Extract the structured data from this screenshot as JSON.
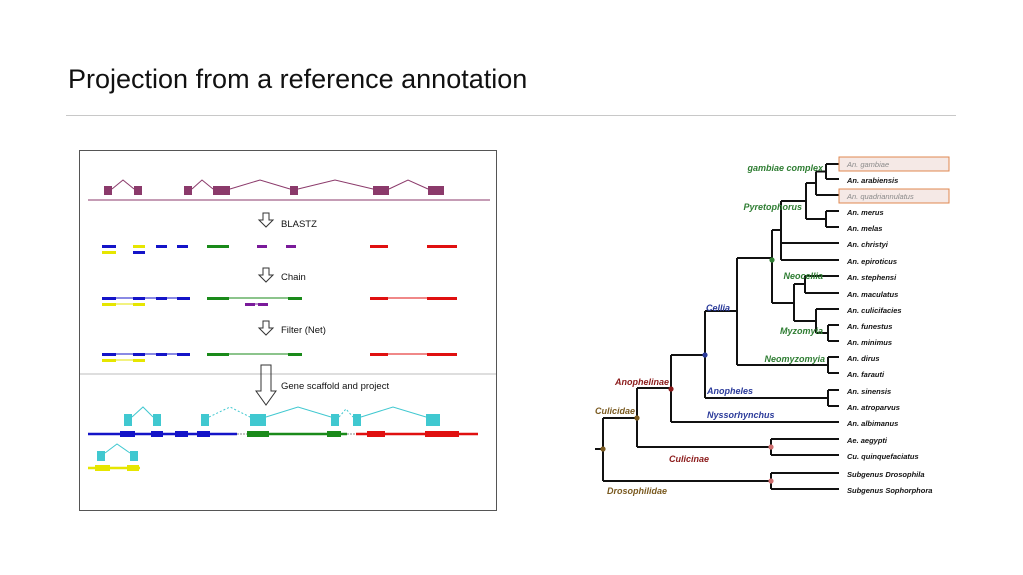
{
  "slide": {
    "title": "Projection from a reference annotation"
  },
  "pipeline": {
    "steps": [
      "BLASTZ",
      "Chain",
      "Filter (Net)",
      "Gene scaffold and project"
    ],
    "colors": {
      "reference": "#8b3a6b",
      "blue": "#1414c8",
      "yellow": "#e6e600",
      "green": "#1a8a1a",
      "purple": "#7a1a9a",
      "red": "#e01010",
      "cyan": "#40c8d0"
    }
  },
  "tree": {
    "clades": {
      "gambiae_complex": "gambiae complex",
      "pyretophorus": "Pyretophorus",
      "neocellia": "Neocellia",
      "cellia": "Cellia",
      "myzomyia": "Myzomyia",
      "neomyzomyia": "Neomyzomyia",
      "anophelinae": "Anophelinae",
      "anopheles": "Anopheles",
      "culicidae": "Culicidae",
      "nyssorhynchus": "Nyssorhynchus",
      "culicinae": "Culicinae",
      "drosophilidae": "Drosophilidae"
    },
    "clade_colors": {
      "green": "#2e7d32",
      "blue": "#2a3a9a",
      "darkred": "#8b1a1a",
      "brown": "#7a5a20"
    },
    "species": [
      "An. gambiae",
      "An. arabiensis",
      "An. quadriannulatus",
      "An. merus",
      "An. melas",
      "An. christyi",
      "An. epiroticus",
      "An. stephensi",
      "An. maculatus",
      "An. culicifacies",
      "An. funestus",
      "An. minimus",
      "An. dirus",
      "An. farauti",
      "An. sinensis",
      "An. atroparvus",
      "An. albimanus",
      "Ae. aegypti",
      "Cu. quinquefaciatus",
      "Subgenus Drosophila",
      "Subgenus Sophorphora"
    ],
    "highlighted": [
      "An. gambiae",
      "An. quadriannulatus"
    ]
  }
}
